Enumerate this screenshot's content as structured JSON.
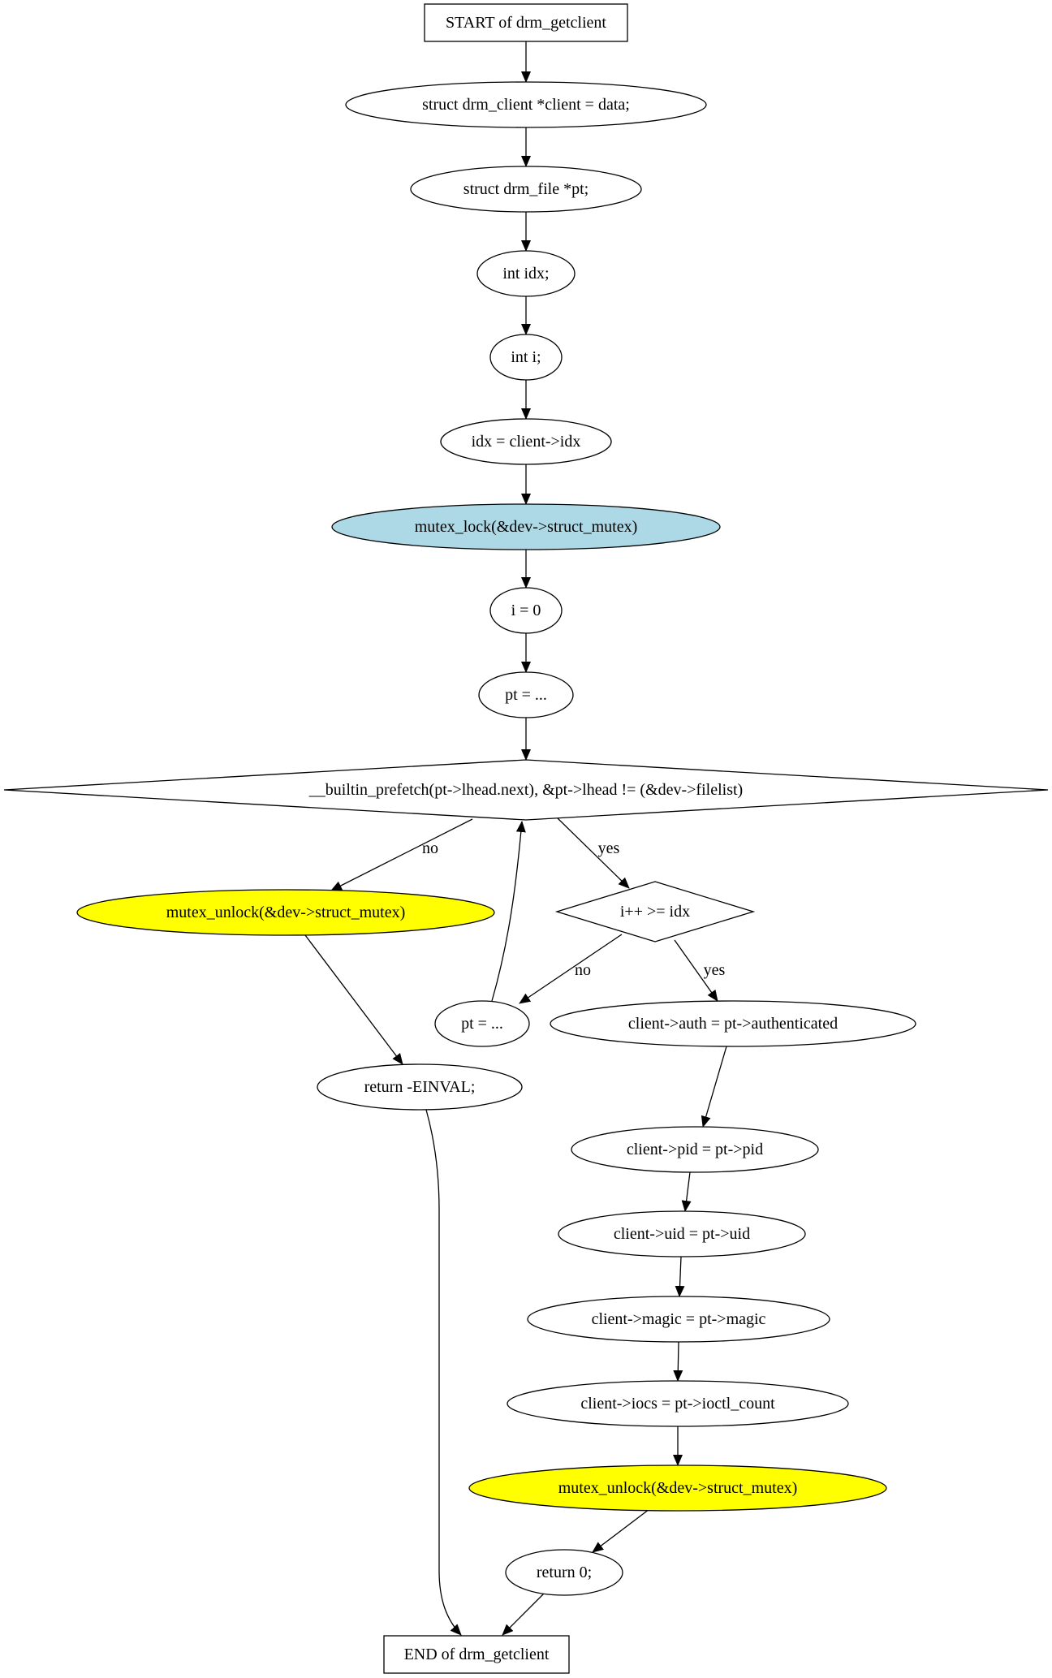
{
  "colors": {
    "default_fill": "#ffffff",
    "lock_fill": "#add8e6",
    "unlock_fill": "#ffff00",
    "stroke": "#000000"
  },
  "nodes": {
    "start": {
      "label": "START of drm_getclient",
      "shape": "box"
    },
    "decl_client": {
      "label": "struct drm_client *client = data;",
      "shape": "ellipse"
    },
    "decl_pt": {
      "label": "struct drm_file *pt;",
      "shape": "ellipse"
    },
    "decl_idx": {
      "label": "int idx;",
      "shape": "ellipse"
    },
    "decl_i": {
      "label": "int i;",
      "shape": "ellipse"
    },
    "assign_idx": {
      "label": "idx = client->idx",
      "shape": "ellipse"
    },
    "mutex_lock": {
      "label": "mutex_lock(&dev->struct_mutex)",
      "shape": "ellipse",
      "fill": "lock"
    },
    "init_i": {
      "label": "i = 0",
      "shape": "ellipse"
    },
    "init_pt": {
      "label": "pt = ...",
      "shape": "ellipse"
    },
    "loop_cond": {
      "label": "__builtin_prefetch(pt->lhead.next), &pt->lhead != (&dev->filelist)",
      "shape": "diamond"
    },
    "unlock_fail": {
      "label": "mutex_unlock(&dev->struct_mutex)",
      "shape": "ellipse",
      "fill": "unlock"
    },
    "idx_cond": {
      "label": "i++ >= idx",
      "shape": "diamond"
    },
    "next_pt": {
      "label": "pt = ...",
      "shape": "ellipse"
    },
    "set_auth": {
      "label": "client->auth = pt->authenticated",
      "shape": "ellipse"
    },
    "return_einval": {
      "label": "return -EINVAL;",
      "shape": "ellipse"
    },
    "set_pid": {
      "label": "client->pid = pt->pid",
      "shape": "ellipse"
    },
    "set_uid": {
      "label": "client->uid = pt->uid",
      "shape": "ellipse"
    },
    "set_magic": {
      "label": "client->magic = pt->magic",
      "shape": "ellipse"
    },
    "set_iocs": {
      "label": "client->iocs = pt->ioctl_count",
      "shape": "ellipse"
    },
    "unlock_ok": {
      "label": "mutex_unlock(&dev->struct_mutex)",
      "shape": "ellipse",
      "fill": "unlock"
    },
    "return_zero": {
      "label": "return 0;",
      "shape": "ellipse"
    },
    "end": {
      "label": "END of drm_getclient",
      "shape": "box"
    }
  },
  "edges": [
    {
      "from": "start",
      "to": "decl_client",
      "label": ""
    },
    {
      "from": "decl_client",
      "to": "decl_pt",
      "label": ""
    },
    {
      "from": "decl_pt",
      "to": "decl_idx",
      "label": ""
    },
    {
      "from": "decl_idx",
      "to": "decl_i",
      "label": ""
    },
    {
      "from": "decl_i",
      "to": "assign_idx",
      "label": ""
    },
    {
      "from": "assign_idx",
      "to": "mutex_lock",
      "label": ""
    },
    {
      "from": "mutex_lock",
      "to": "init_i",
      "label": ""
    },
    {
      "from": "init_i",
      "to": "init_pt",
      "label": ""
    },
    {
      "from": "init_pt",
      "to": "loop_cond",
      "label": ""
    },
    {
      "from": "loop_cond",
      "to": "unlock_fail",
      "label": "no"
    },
    {
      "from": "loop_cond",
      "to": "idx_cond",
      "label": "yes"
    },
    {
      "from": "unlock_fail",
      "to": "return_einval",
      "label": ""
    },
    {
      "from": "idx_cond",
      "to": "next_pt",
      "label": "no"
    },
    {
      "from": "idx_cond",
      "to": "set_auth",
      "label": "yes"
    },
    {
      "from": "next_pt",
      "to": "loop_cond",
      "label": ""
    },
    {
      "from": "set_auth",
      "to": "set_pid",
      "label": ""
    },
    {
      "from": "set_pid",
      "to": "set_uid",
      "label": ""
    },
    {
      "from": "set_uid",
      "to": "set_magic",
      "label": ""
    },
    {
      "from": "set_magic",
      "to": "set_iocs",
      "label": ""
    },
    {
      "from": "set_iocs",
      "to": "unlock_ok",
      "label": ""
    },
    {
      "from": "unlock_ok",
      "to": "return_zero",
      "label": ""
    },
    {
      "from": "return_einval",
      "to": "end",
      "label": ""
    },
    {
      "from": "return_zero",
      "to": "end",
      "label": ""
    }
  ]
}
